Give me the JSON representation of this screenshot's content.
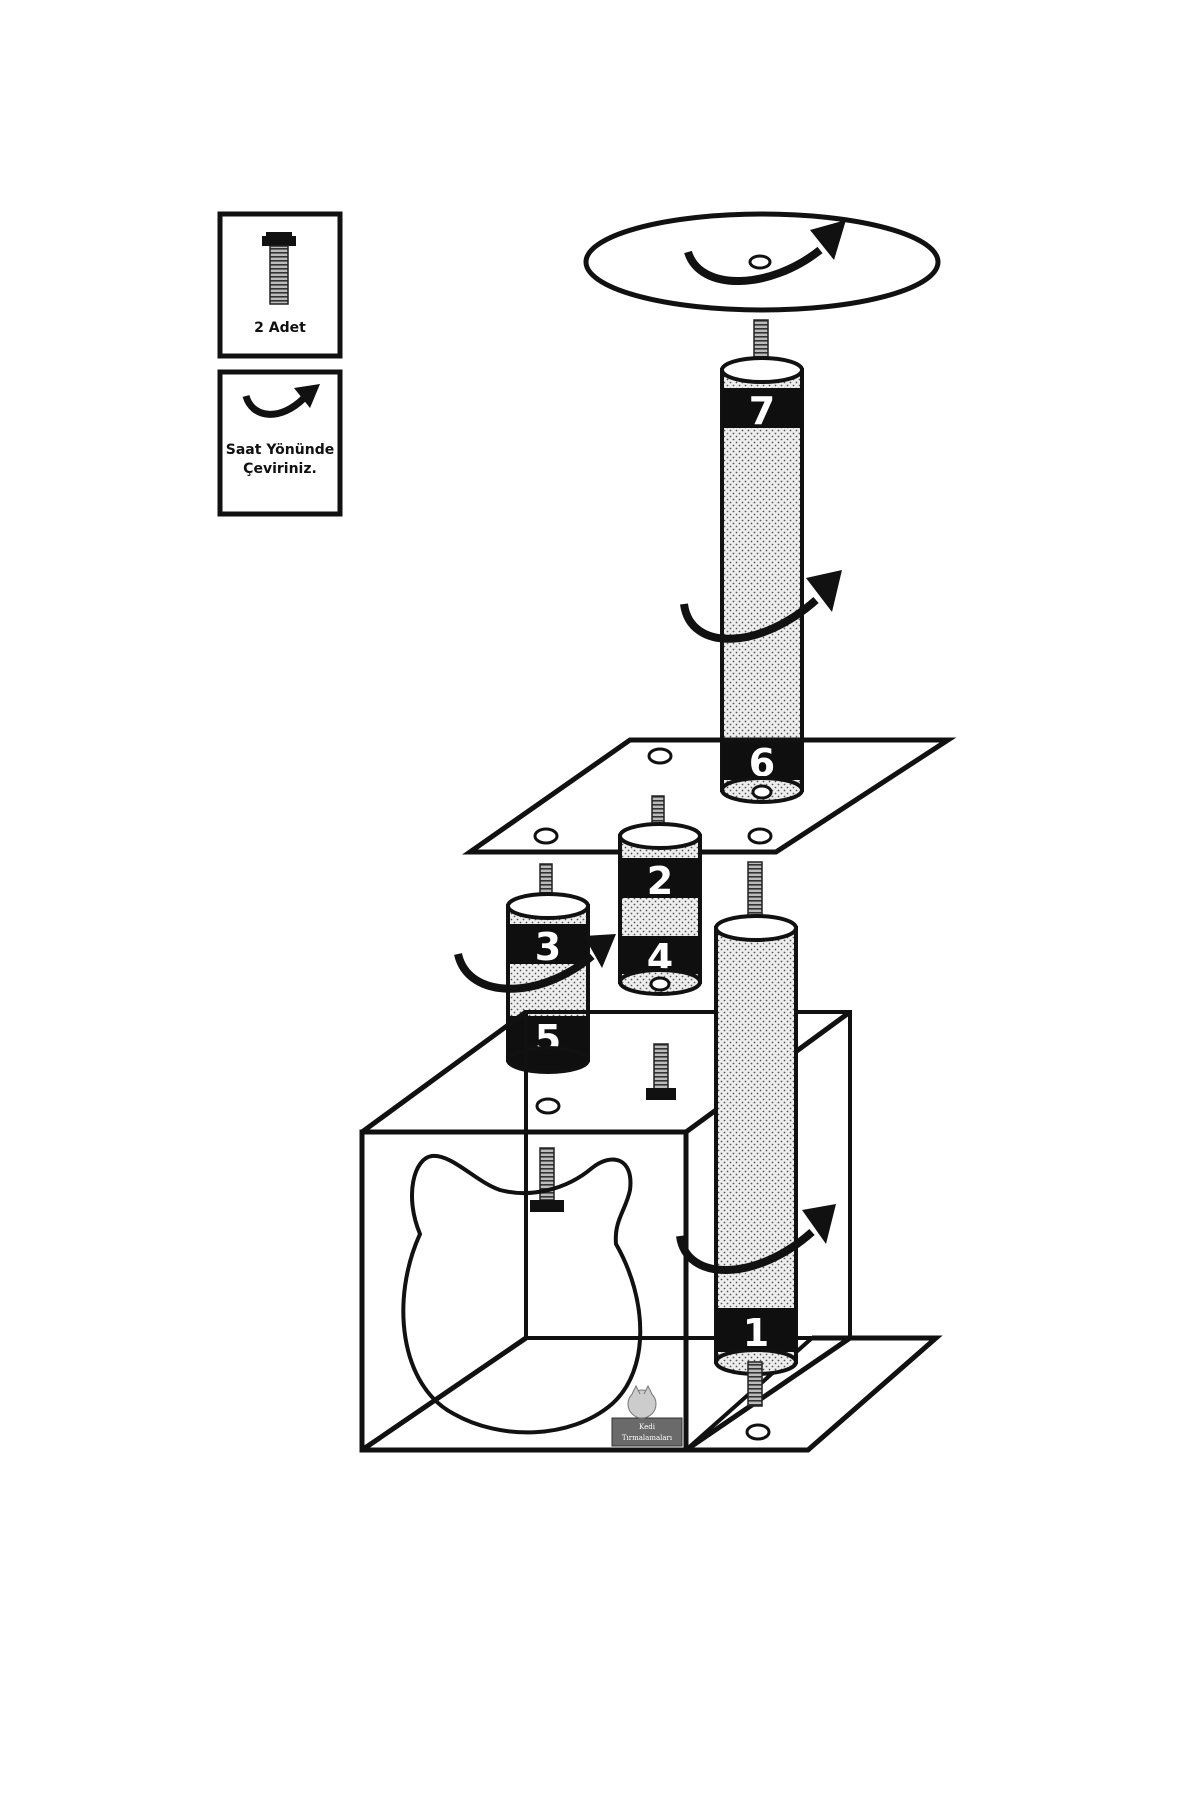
{
  "legend": {
    "bolt_label": "2 Adet",
    "turn_label_line1": "Saat Yönünde",
    "turn_label_line2": "Çeviriniz."
  },
  "parts": {
    "p1": "1",
    "p2": "2",
    "p3": "3",
    "p4": "4",
    "p5": "5",
    "p6": "6",
    "p7": "7"
  },
  "logo": {
    "line1": "Kedi",
    "line2": "Tırmalamaları"
  },
  "colors": {
    "ink": "#111111",
    "band": "#0f0f0f",
    "rope": "#e6e6e6",
    "paper": "#ffffff"
  }
}
